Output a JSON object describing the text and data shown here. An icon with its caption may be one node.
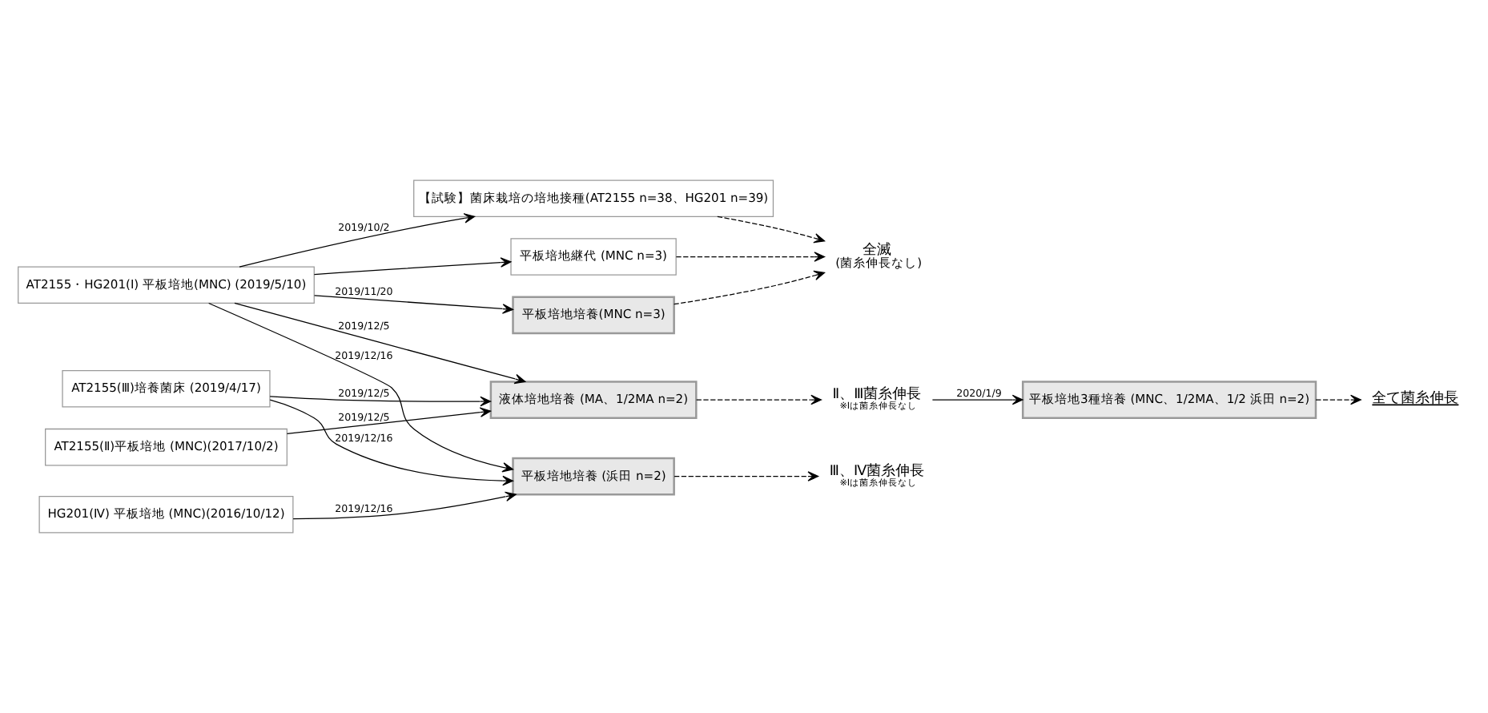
{
  "diagram": {
    "nodes": [
      {
        "text": [
          "AT2155・HG201(Ⅰ) 平板培地(MNC) (2019/5/10)"
        ]
      },
      {
        "text": [
          "【試験】菌床栽培の培地接種(AT2155 n=38、HG201 n=39)"
        ]
      },
      {
        "text": [
          "平板培地継代 (MNC n=3)"
        ]
      },
      {
        "text": [
          "全滅",
          "(菌糸伸長なし)"
        ]
      },
      {
        "text": [
          "全て菌糸伸長"
        ]
      },
      {
        "text": [
          "平板培地3種培養 (MNC、1/2MA、1/2 浜田 n=2)"
        ]
      },
      {
        "text": [
          "平板培地培養(MNC n=3)"
        ]
      },
      {
        "text": [
          "液体培地培養 (MA、1/2MA n=2)"
        ]
      },
      {
        "text": [
          "Ⅱ、Ⅲ菌糸伸長",
          "※Ⅰは菌糸伸長なし"
        ]
      },
      {
        "text": [
          "平板培地培養 (浜田 n=2)"
        ]
      },
      {
        "text": [
          "Ⅲ、Ⅳ菌糸伸長",
          "※Ⅰは菌糸伸長なし"
        ]
      },
      {
        "text": [
          "HG201(Ⅳ) 平板培地 (MNC)(2016/10/12)"
        ]
      },
      {
        "text": [
          "AT2155(Ⅲ)培養菌床 (2019/4/17)"
        ]
      },
      {
        "text": [
          "AT2155(Ⅱ)平板培地 (MNC)(2017/10/2)"
        ]
      }
    ],
    "edges": [
      {
        "from": 0,
        "to": 1,
        "arrow": "to",
        "label": "2019/10/2"
      },
      {
        "from": 0,
        "to": 2,
        "arrow": "to"
      },
      {
        "from": 1,
        "to": 3,
        "arrow": "to",
        "style": "dashed"
      },
      {
        "from": 2,
        "to": 3,
        "arrow": "to",
        "style": "dashed"
      },
      {
        "from": 6,
        "to": 3,
        "arrow": "to",
        "style": "dashed"
      },
      {
        "from": 5,
        "to": 4,
        "arrow": "to",
        "style": "dashed"
      },
      {
        "from": 8,
        "to": 5,
        "arrow": "to",
        "label": "2020/1/9"
      },
      {
        "from": 0,
        "to": 6,
        "arrow": "to",
        "label": "2019/11/20"
      },
      {
        "from": 0,
        "to": 7,
        "arrow": "to",
        "label": "2019/12/5"
      },
      {
        "from": 0,
        "to": 9,
        "arrow": "to",
        "label": "2019/12/16"
      },
      {
        "from": 7,
        "to": 8,
        "arrow": "to",
        "style": "dashed"
      },
      {
        "from": 9,
        "to": 10,
        "arrow": "to",
        "style": "dashed"
      },
      {
        "from": 11,
        "to": 9,
        "arrow": "to",
        "label": "2019/12/16"
      },
      {
        "from": 12,
        "to": 9,
        "arrow": "to",
        "label": "2019/12/16"
      },
      {
        "from": 12,
        "to": 7,
        "arrow": "to",
        "label": "2019/12/5"
      },
      {
        "from": 13,
        "to": 7,
        "arrow": "to",
        "label": "2019/12/5"
      }
    ]
  }
}
